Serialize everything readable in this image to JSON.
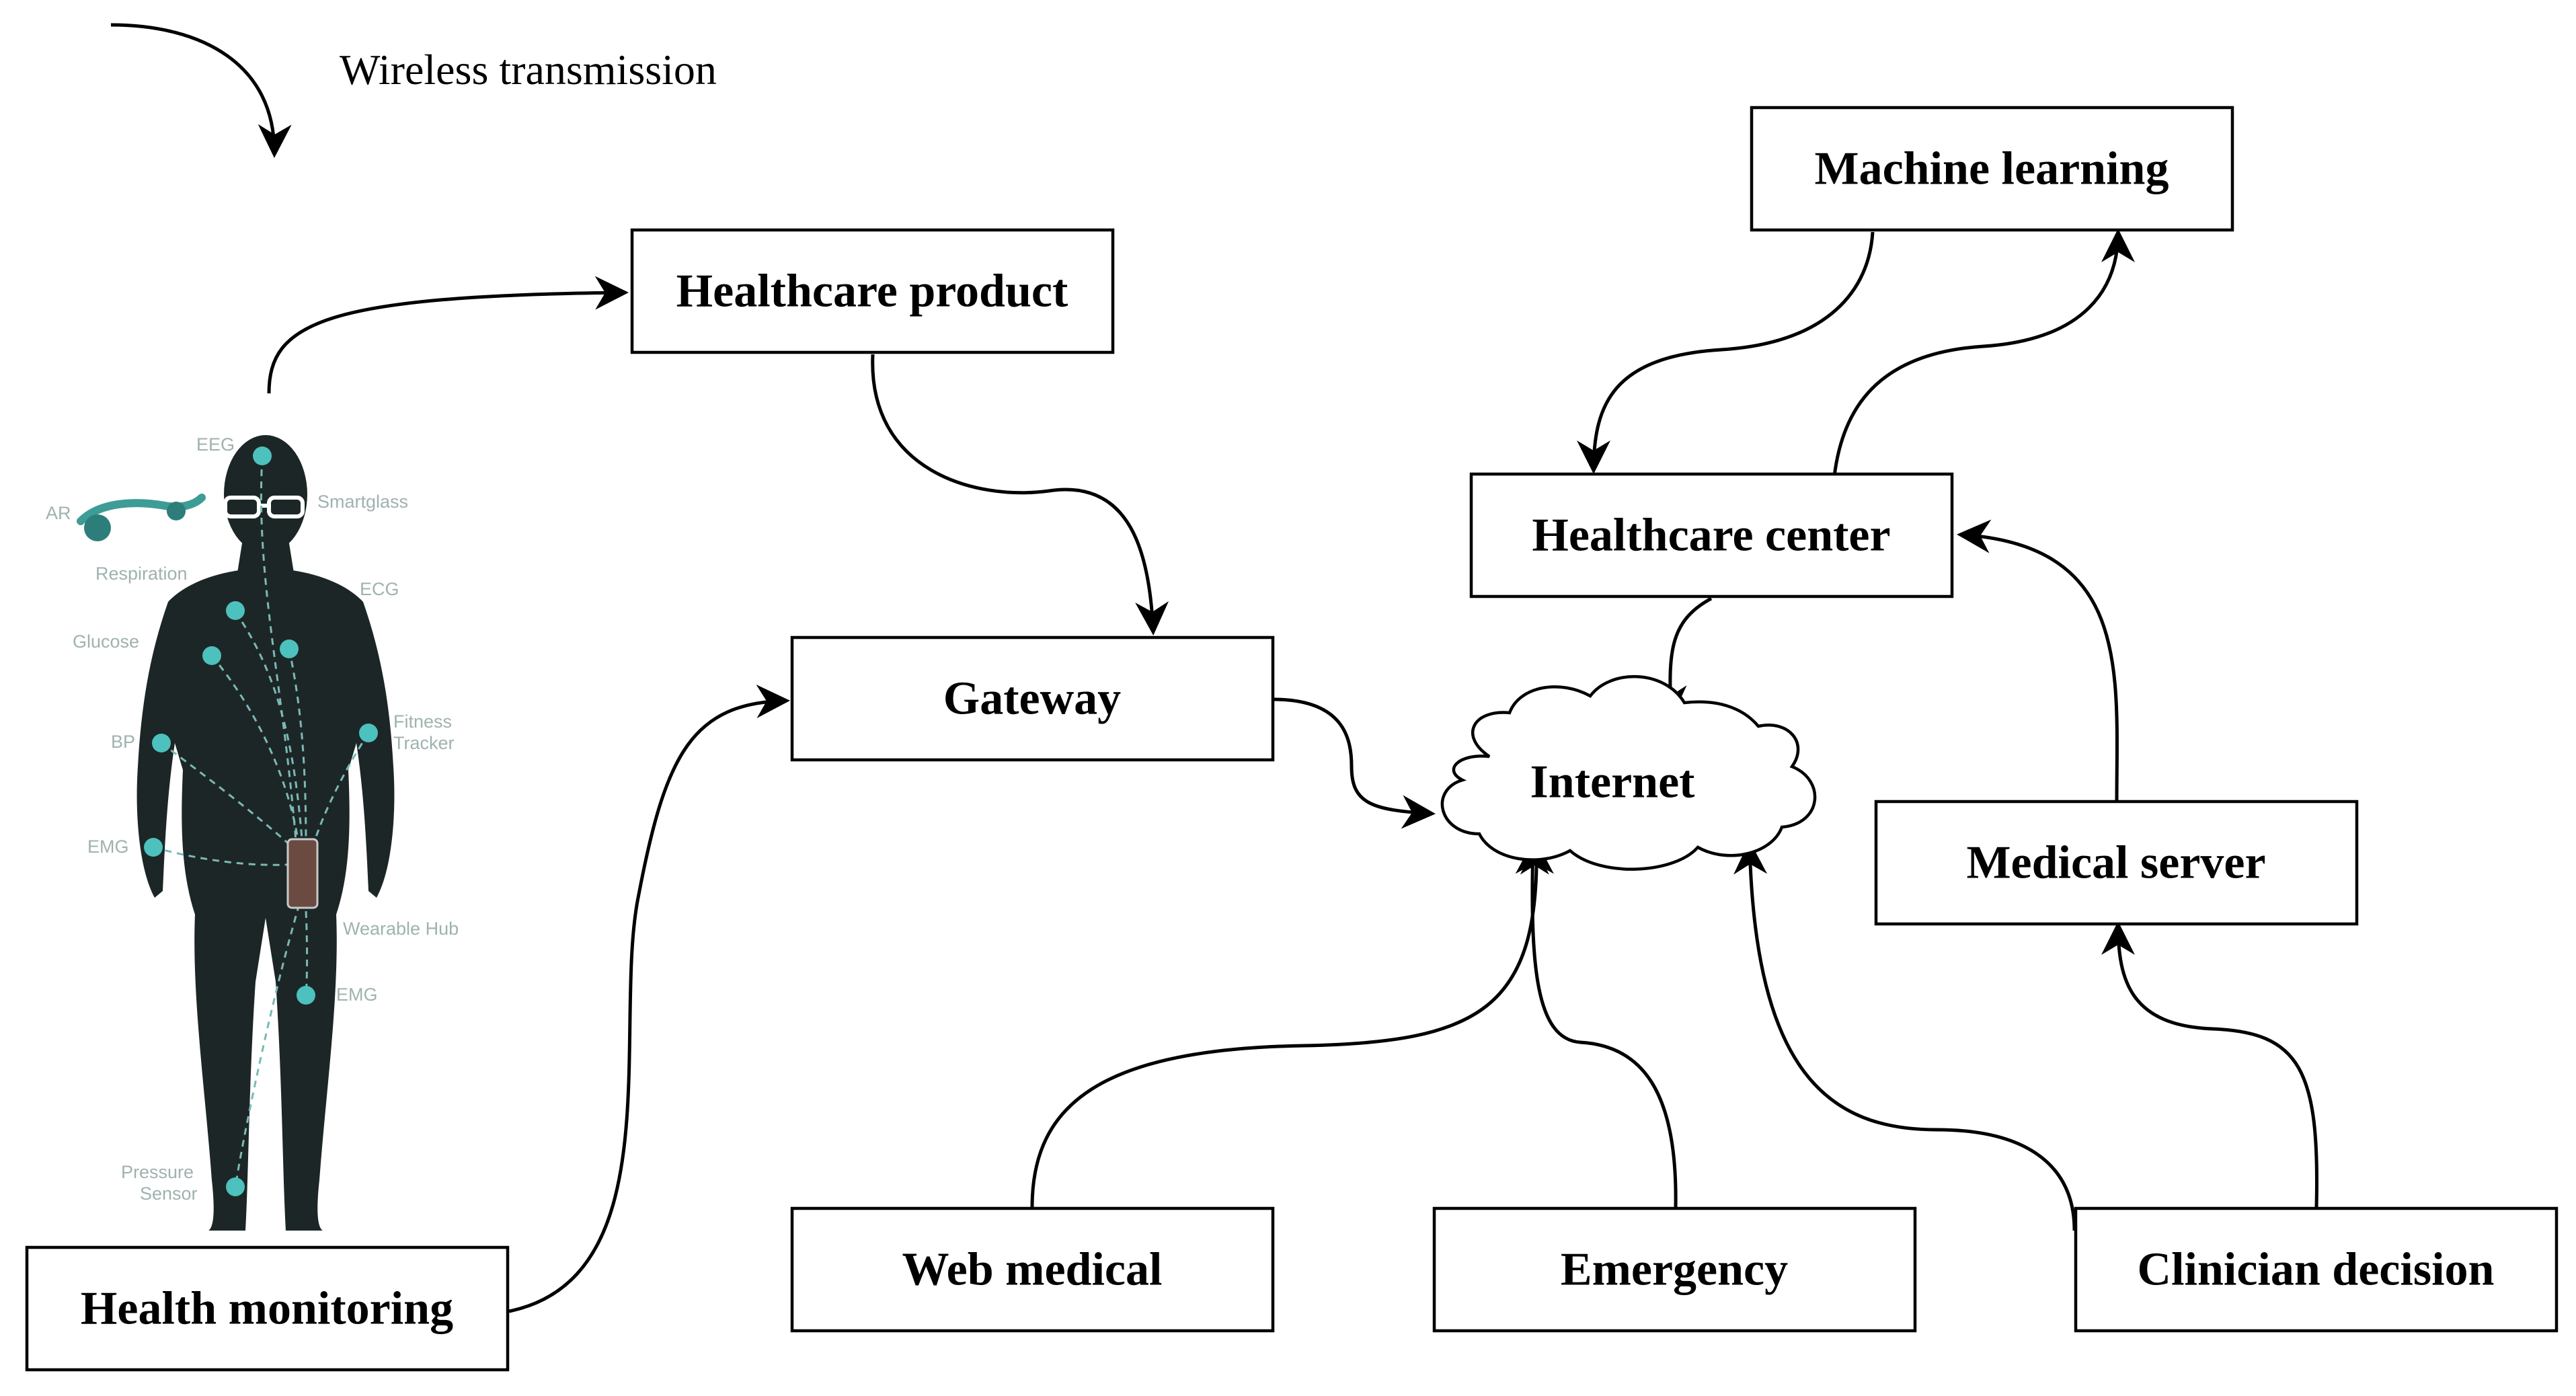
{
  "legend": {
    "label": "Wireless transmission"
  },
  "nodes": {
    "healthcare_product": "Healthcare product",
    "gateway": "Gateway",
    "health_monitoring": "Health monitoring",
    "machine_learning": "Machine learning",
    "healthcare_center": "Healthcare center",
    "internet": "Internet",
    "medical_server": "Medical server",
    "web_medical": "Web medical",
    "emergency": "Emergency",
    "clinician_decision": "Clinician decision"
  },
  "sensors": {
    "eeg": "EEG",
    "smartglass": "Smartglass",
    "ar": "AR",
    "respiration": "Respiration",
    "ecg": "ECG",
    "glucose": "Glucose",
    "bp": "BP",
    "fitness_tracker_line1": "Fitness",
    "fitness_tracker_line2": "Tracker",
    "emg_arm": "EMG",
    "wearable_hub": "Wearable Hub",
    "emg_leg": "EMG",
    "pressure_sensor_line1": "Pressure",
    "pressure_sensor_line2": "Sensor"
  },
  "colors": {
    "stroke": "#000000",
    "body": "#1d2626",
    "sensor_dot": "#4cc1bd",
    "sensor_text": "#9fb2b0"
  }
}
